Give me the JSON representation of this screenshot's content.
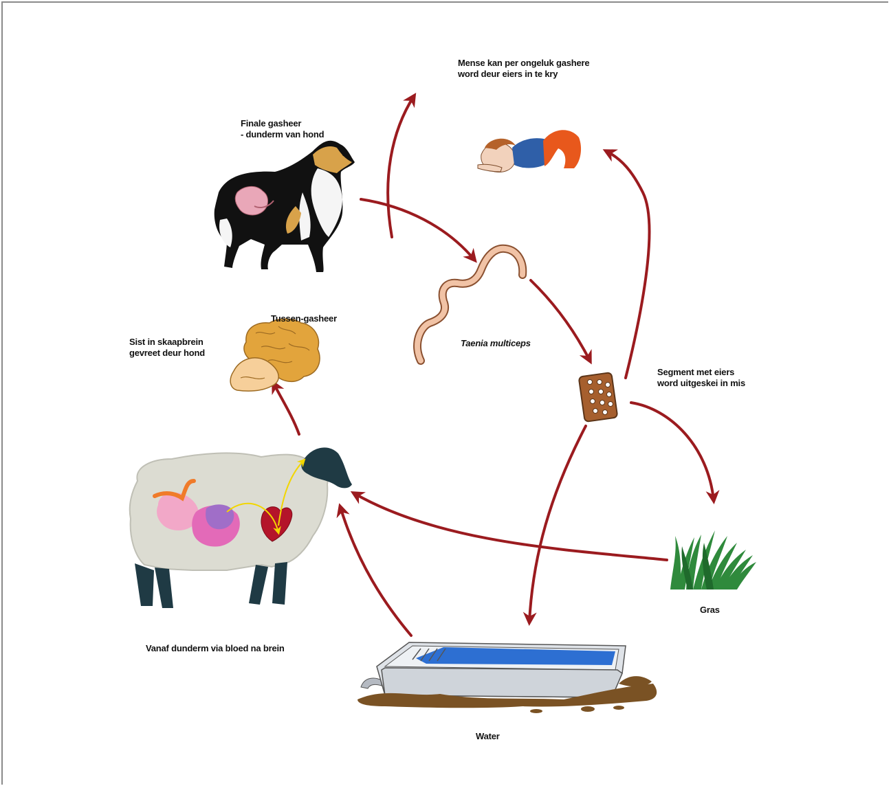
{
  "labels": {
    "human": [
      "Mense kan per ongeluk gashere",
      "word deur eiers in te kry"
    ],
    "dog": [
      "Finale gasheer",
      "- dunderm van hond"
    ],
    "worm": "Taenia multiceps",
    "segment": [
      "Segment met eiers",
      "word uitgeskei in mis"
    ],
    "brain_title": "Tussen-gasheer",
    "brain": [
      "Sist in skaapbrein",
      "gevreet deur hond"
    ],
    "sheep": "Vanaf dunderm via bloed na brein",
    "grass": "Gras",
    "water": "Water"
  },
  "colors": {
    "arrow": "#9b1b1f",
    "blood_path": "#f2d600"
  },
  "icons": [
    "dog-icon",
    "child-icon",
    "tapeworm-icon",
    "egg-segment-icon",
    "brain-cyst-icon",
    "sheep-icon",
    "grass-icon",
    "water-trough-icon"
  ]
}
